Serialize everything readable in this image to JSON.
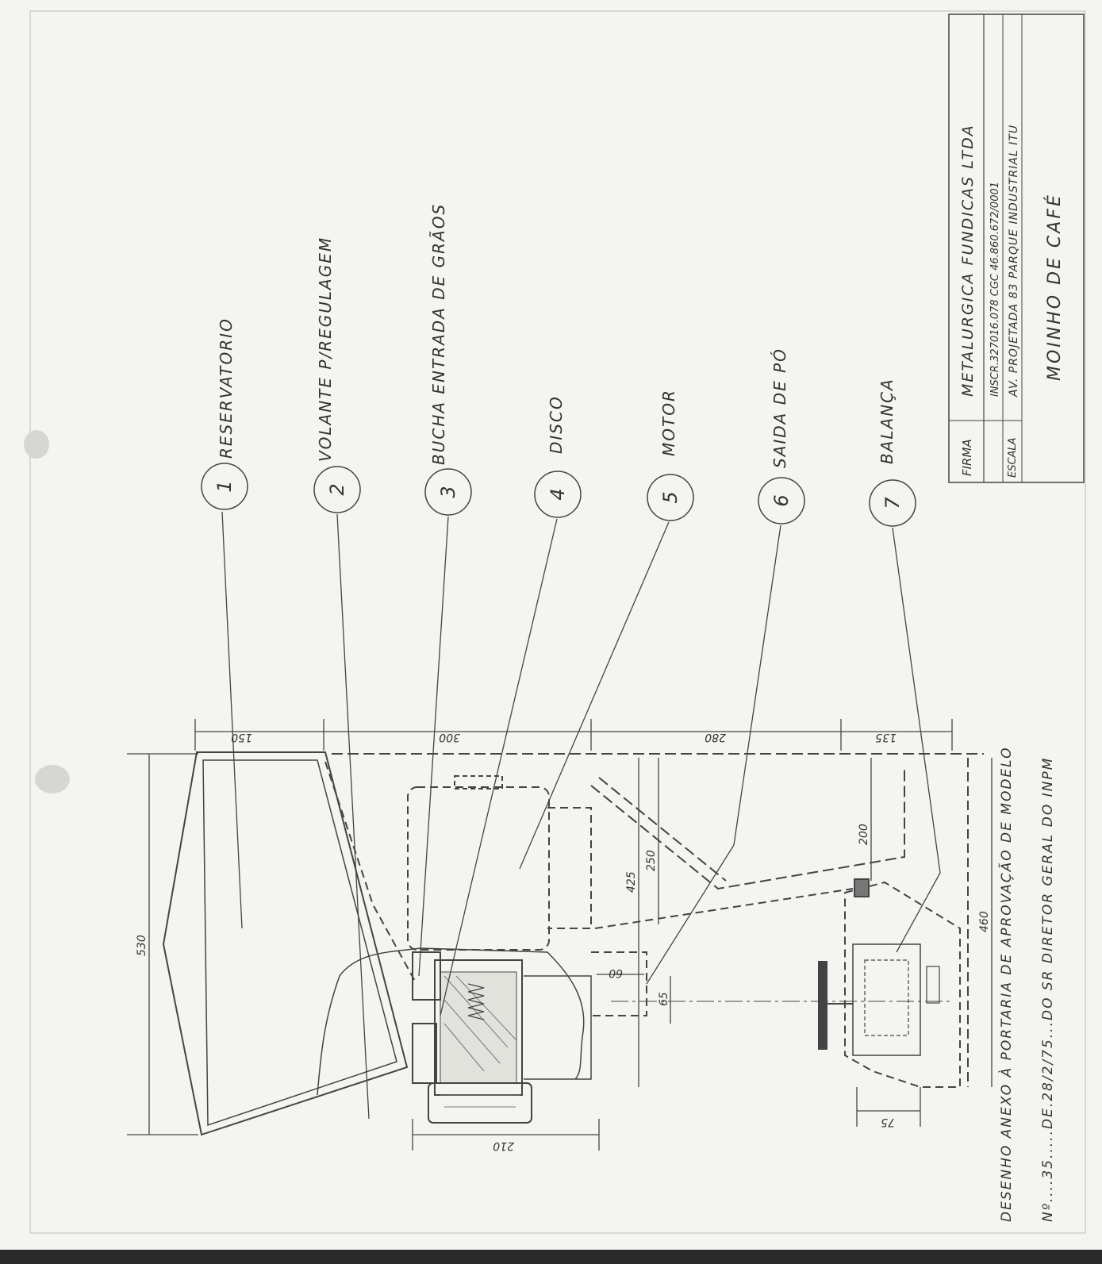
{
  "parts": [
    {
      "num": "1",
      "label": "RESERVATORIO"
    },
    {
      "num": "2",
      "label": "VOLANTE P/REGULAGEM"
    },
    {
      "num": "3",
      "label": "BUCHA ENTRADA DE GRÃOS"
    },
    {
      "num": "4",
      "label": "DISCO"
    },
    {
      "num": "5",
      "label": "MOTOR"
    },
    {
      "num": "6",
      "label": "SAIDA DE PÓ"
    },
    {
      "num": "7",
      "label": "BALANÇA"
    }
  ],
  "dimensions": {
    "d150": "150",
    "d300": "300",
    "d280": "280",
    "d135": "135",
    "d530": "530",
    "d425": "425",
    "d250": "250",
    "d200": "200",
    "d460": "460",
    "d60": "60",
    "d65": "65",
    "d210": "210",
    "d75": "75"
  },
  "title_block": {
    "firma_label": "FIRMA",
    "firma": "METALURGICA FUNDICAS LTDA",
    "inscr": "INSCR.327016.078  CGC 46.860.672/0001",
    "escala_label": "ESCALA",
    "address": "AV. PROJETADA 83 PARQUE INDUSTRIAL ITU",
    "product": "MOINHO DE CAFÉ"
  },
  "footer": {
    "line1": "DESENHO ANEXO À PORTARIA DE APROVAÇÃO DE MODELO",
    "line2": "Nº....35.....DE.28/2/75...DO SR DIRETOR GERAL DO INPM"
  }
}
